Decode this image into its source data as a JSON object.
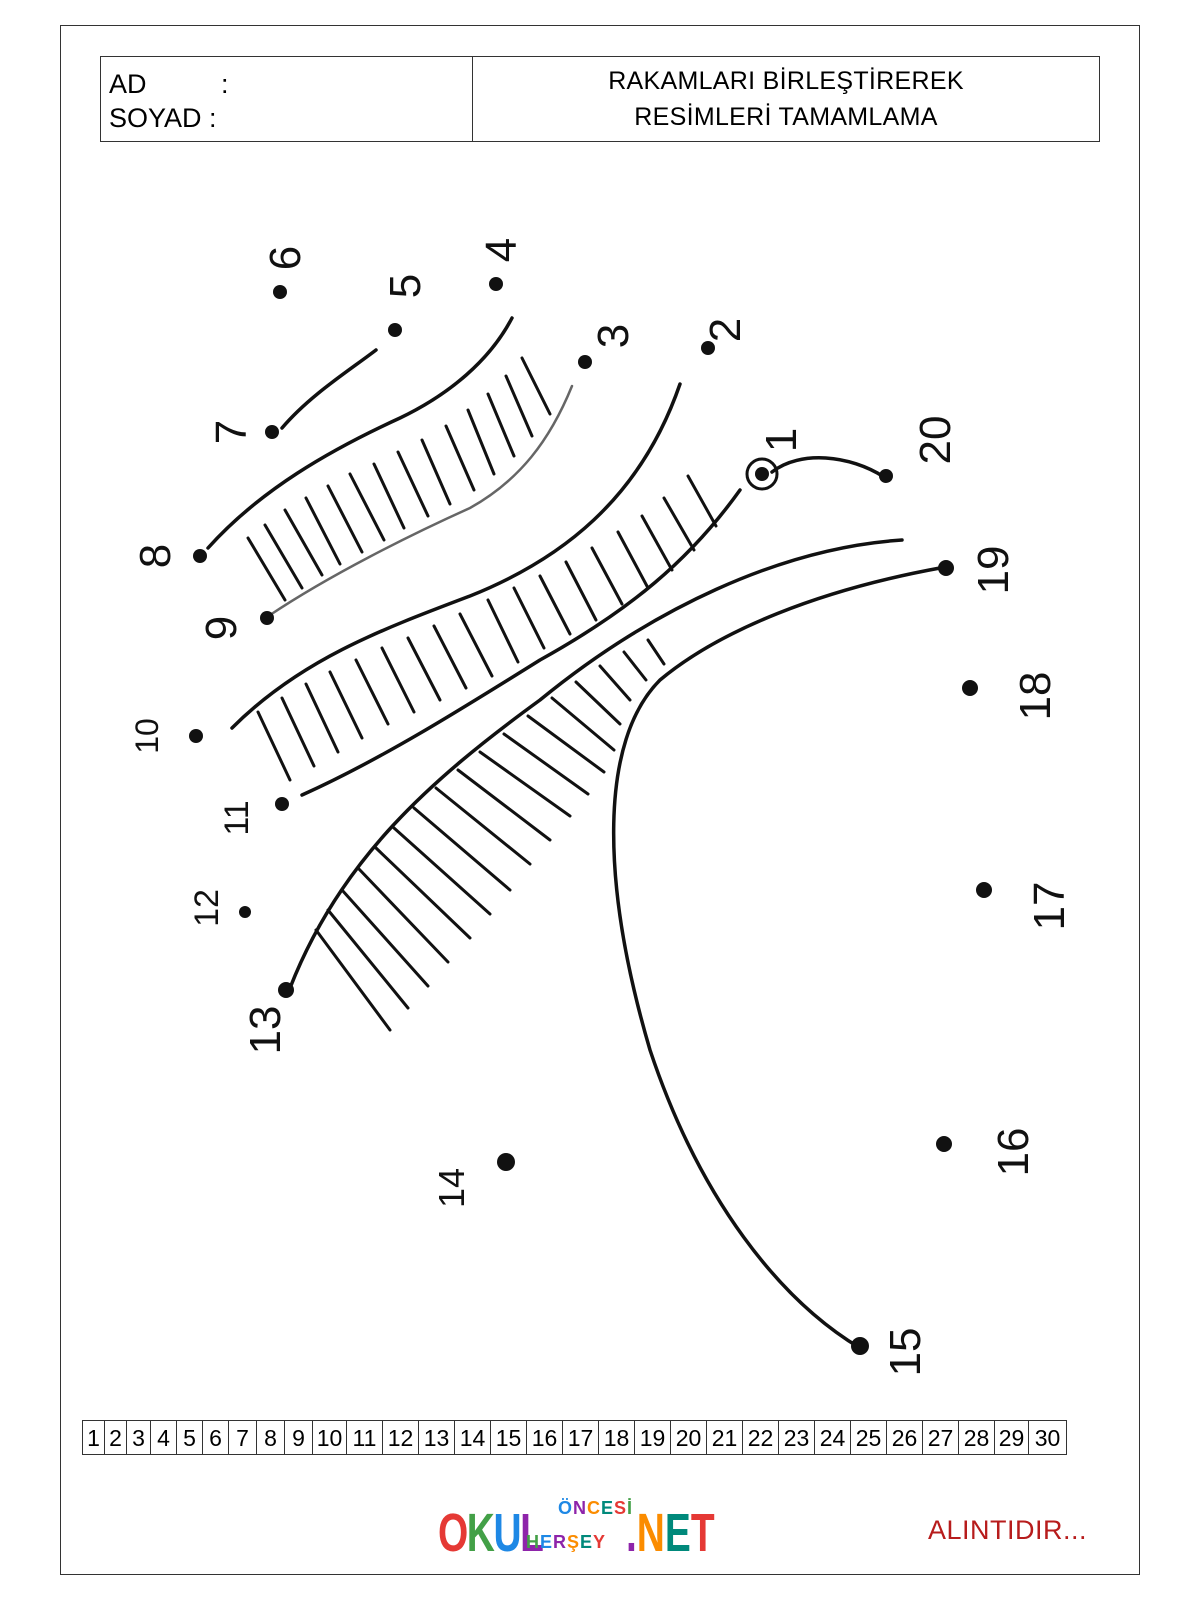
{
  "header": {
    "name_label": "AD",
    "name_colon": ":",
    "surname_label": "SOYAD :",
    "title_line1": "RAKAMLARI BİRLEŞTİREREK",
    "title_line2": "RESİMLERİ TAMAMLAMA"
  },
  "dots": [
    {
      "label": "1"
    },
    {
      "label": "2"
    },
    {
      "label": "3"
    },
    {
      "label": "4"
    },
    {
      "label": "5"
    },
    {
      "label": "6"
    },
    {
      "label": "7"
    },
    {
      "label": "8"
    },
    {
      "label": "9"
    },
    {
      "label": "10"
    },
    {
      "label": "11"
    },
    {
      "label": "12"
    },
    {
      "label": "13"
    },
    {
      "label": "14"
    },
    {
      "label": "15"
    },
    {
      "label": "16"
    },
    {
      "label": "17"
    },
    {
      "label": "18"
    },
    {
      "label": "19"
    },
    {
      "label": "20"
    }
  ],
  "number_strip": [
    "1",
    "2",
    "3",
    "4",
    "5",
    "6",
    "7",
    "8",
    "9",
    "10",
    "11",
    "12",
    "13",
    "14",
    "15",
    "16",
    "17",
    "18",
    "19",
    "20",
    "21",
    "22",
    "23",
    "24",
    "25",
    "26",
    "27",
    "28",
    "29",
    "30"
  ],
  "logo": {
    "okul": "OKUL",
    "oncesi": "ÖNCESİ",
    "hersey": "HERŞEY",
    "net": ".NET"
  },
  "footer": {
    "note": "ALINTIDIR..."
  },
  "colors": {
    "ink": "#111111",
    "note": "#b71c1c",
    "logo": [
      "#e53935",
      "#43a047",
      "#1e88e5",
      "#8e24aa",
      "#fb8c00",
      "#00897b"
    ]
  }
}
